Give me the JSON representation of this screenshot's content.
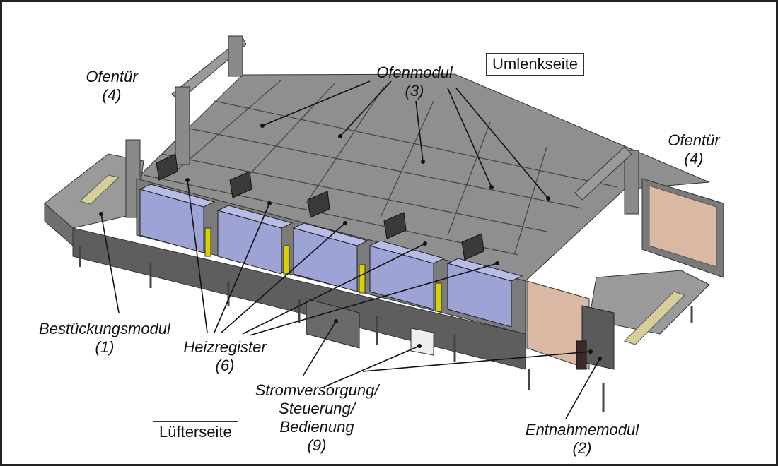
{
  "labels": {
    "ofentuer_left": {
      "name": "Ofentür",
      "num": "(4)"
    },
    "ofenmodul": {
      "name": "Ofenmodul",
      "num": "(3)"
    },
    "umlenkseite": "Umlenkseite",
    "ofentuer_right": {
      "name": "Ofentür",
      "num": "(4)"
    },
    "bestueckungsmodul": {
      "name": "Bestückungsmodul",
      "num": "(1)"
    },
    "heizregister": {
      "name": "Heizregister",
      "num": "(6)"
    },
    "stromversorgung": {
      "line1": "Stromversorgung/",
      "line2": "Steuerung/",
      "line3": "Bedienung",
      "num": "(9)"
    },
    "luefterseite": "Lüfterseite",
    "entnahmemodul": {
      "name": "Entnahmemodul",
      "num": "(2)"
    }
  },
  "colors": {
    "frame_border": "#222222",
    "panel_top": "#8c8c8c",
    "panel_side": "#6e6e6e",
    "heater": "#9ea3d6",
    "glass": "#d9b9a3",
    "yellow": "#d8d000"
  }
}
